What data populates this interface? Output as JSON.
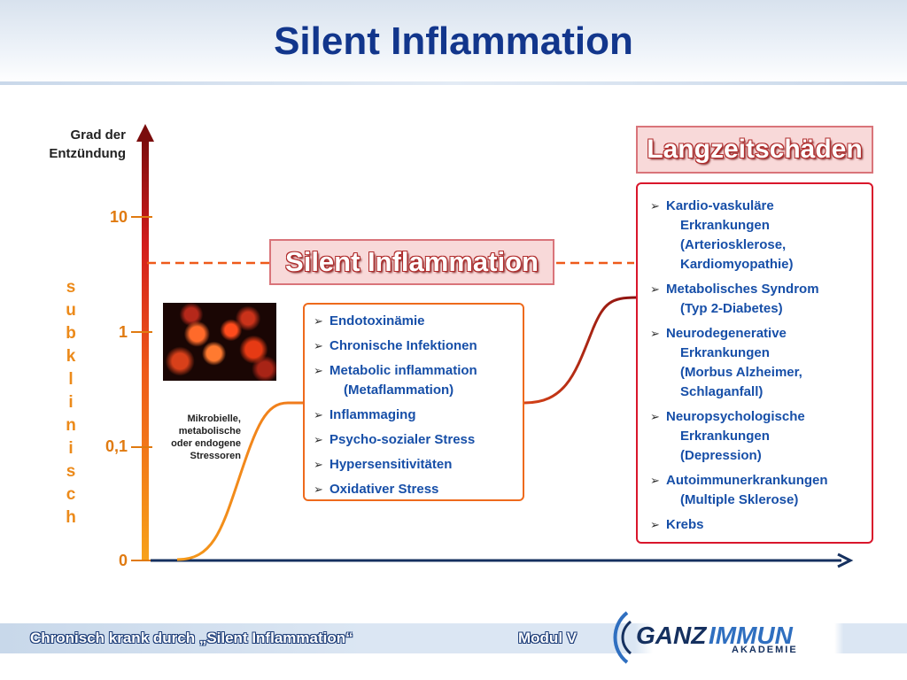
{
  "title": "Silent Inflammation",
  "axis": {
    "y_title_line1": "Grad der",
    "y_title_line2": "Entzündung",
    "ticks": [
      "0",
      "0,1",
      "1",
      "10"
    ],
    "vertical_label": [
      "s",
      "u",
      "b",
      "k",
      "l",
      "i",
      "n",
      "i",
      "s",
      "c",
      "h"
    ]
  },
  "stressors": {
    "line1": "Mikrobielle,",
    "line2": "metabolische",
    "line3": "oder endogene",
    "line4": "Stressoren"
  },
  "silent_label": "Silent Inflammation",
  "longterm_label": "Langzeitschäden",
  "middle_items": [
    {
      "main": "Endotoxinämie",
      "sub": ""
    },
    {
      "main": "Chronische Infektionen",
      "sub": ""
    },
    {
      "main": "Metabolic inflammation",
      "sub": "(Metaflammation)"
    },
    {
      "main": "Inflammaging",
      "sub": ""
    },
    {
      "main": "Psycho-sozialer Stress",
      "sub": ""
    },
    {
      "main": "Hypersensitivitäten",
      "sub": ""
    },
    {
      "main": "Oxidativer Stress",
      "sub": ""
    }
  ],
  "right_items": [
    {
      "main": "Kardio-vaskuläre",
      "sub1": "Erkrankungen",
      "sub2": "(Arteriosklerose,",
      "sub3": "Kardiomyopathie)"
    },
    {
      "main": "Metabolisches Syndrom",
      "sub1": "(Typ 2-Diabetes)",
      "sub2": "",
      "sub3": ""
    },
    {
      "main": "Neurodegenerative",
      "sub1": "Erkrankungen",
      "sub2": "(Morbus Alzheimer,",
      "sub3": "Schlaganfall)"
    },
    {
      "main": "Neuropsychologische",
      "sub1": "Erkrankungen",
      "sub2": "(Depression)",
      "sub3": ""
    },
    {
      "main": "Autoimmunerkrankungen",
      "sub1": "(Multiple Sklerose)",
      "sub2": "",
      "sub3": ""
    },
    {
      "main": "Krebs",
      "sub1": "",
      "sub2": "",
      "sub3": ""
    }
  ],
  "footer": {
    "text": "Chronisch krank durch „Silent Inflammation“",
    "module": "Modul V",
    "logo_word1": "GANZ",
    "logo_word2": "IMMUN",
    "logo_sub": "AKADEMIE"
  },
  "colors": {
    "title": "#12368c",
    "list_text": "#174fa8",
    "middle_border": "#ee6a1c",
    "right_border": "#d9162b",
    "curve": "#ec8a1a"
  }
}
